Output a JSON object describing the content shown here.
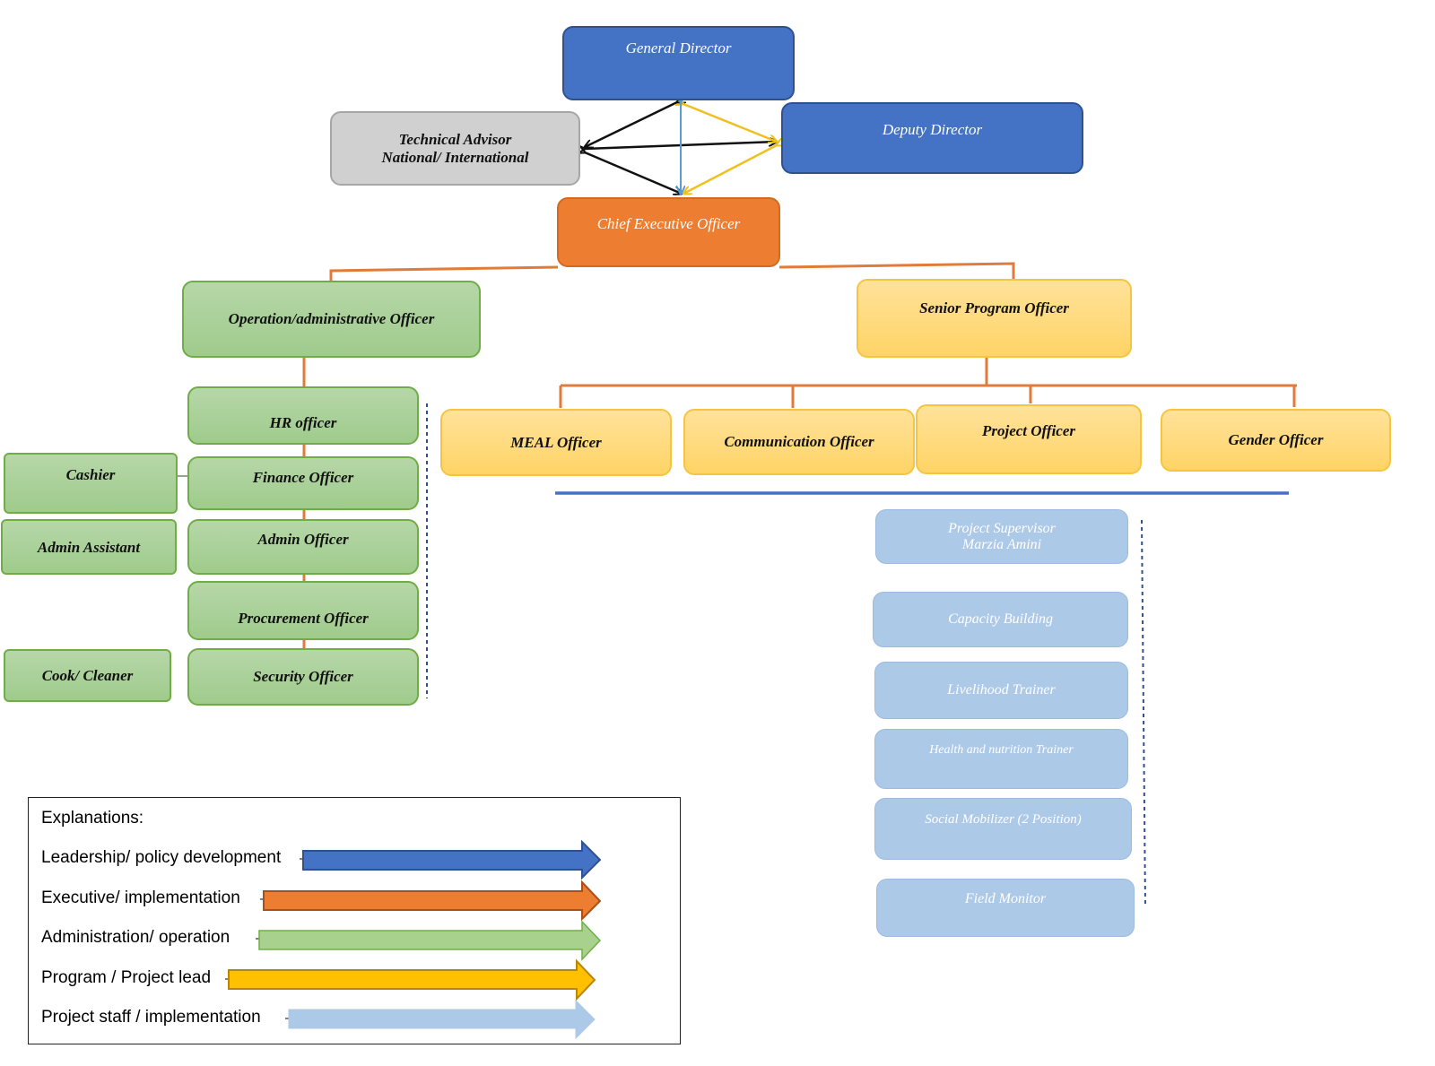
{
  "leadership": {
    "general_director": "General Director",
    "deputy_director": "Deputy Director"
  },
  "technical_advisor": {
    "line1": "Technical Advisor",
    "line2": "National/ International"
  },
  "ceo": "Chief Executive Officer",
  "operations": {
    "head": "Operation/administrative Officer",
    "staff": {
      "hr": "HR officer",
      "finance": "Finance Officer",
      "admin": "Admin Officer",
      "procurement": "Procurement Officer",
      "security": "Security Officer"
    },
    "support": {
      "cashier": "Cashier",
      "admin_assistant": "Admin Assistant",
      "cook": "Cook/ Cleaner"
    }
  },
  "program": {
    "head": "Senior Program Officer",
    "officers": {
      "meal": "MEAL Officer",
      "communication": "Communication Officer",
      "project": "Project Officer",
      "gender": "Gender Officer"
    }
  },
  "project_staff": {
    "supervisor_line1": "Project Supervisor",
    "supervisor_line2": "Marzia Amini",
    "capacity": "Capacity Building",
    "livelihood": "Livelihood Trainer",
    "health": "Health and nutrition Trainer",
    "social": "Social Mobilizer (2 Position)",
    "field": "Field Monitor"
  },
  "legend": {
    "title": "Explanations:",
    "items": [
      {
        "label": "Leadership/ policy development",
        "color": "#4472c4"
      },
      {
        "label": "Executive/ implementation",
        "color": "#ed7d31"
      },
      {
        "label": "Administration/ operation",
        "color": "#a9d18e"
      },
      {
        "label": "Program / Project lead",
        "color": "#ffc000"
      },
      {
        "label": "Project staff / implementation",
        "color": "#adc9e8"
      }
    ]
  },
  "colors": {
    "connector": "#e07b39",
    "arrow_black": "#111111",
    "arrow_yellow": "#f0c020",
    "arrow_blue": "#5b9bd5",
    "divider": "#4472c4"
  }
}
